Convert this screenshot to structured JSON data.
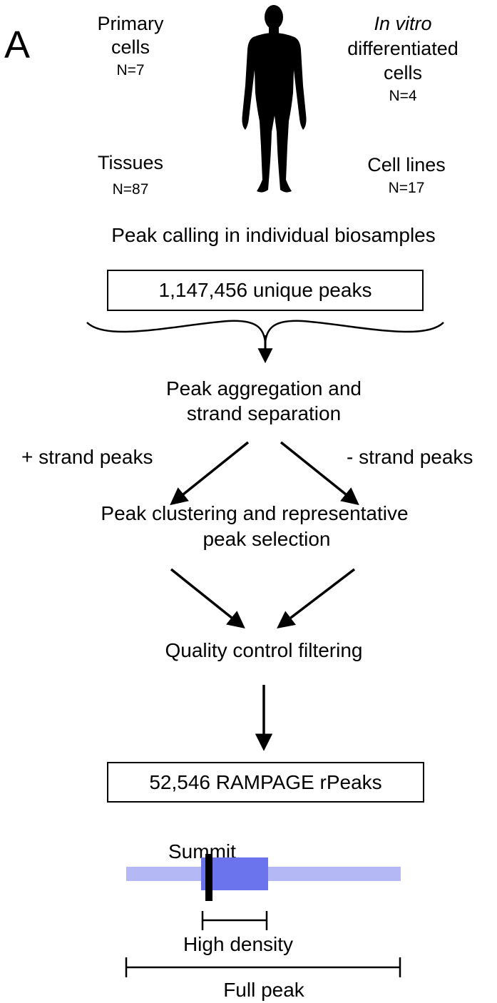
{
  "panel_letter": "A",
  "categories": {
    "primary": {
      "line1": "Primary",
      "line2": "cells",
      "count": "N=7"
    },
    "invitro": {
      "line1": "In vitro",
      "line2": "differentiated",
      "line3": "cells",
      "count": "N=4"
    },
    "tissues": {
      "label": "Tissues",
      "count": "N=87"
    },
    "celllines": {
      "label": "Cell lines",
      "count": "N=17"
    }
  },
  "steps": {
    "peak_calling": "Peak calling in individual biosamples",
    "unique_peaks": "1,147,456 unique peaks",
    "aggregation_line1": "Peak aggregation and",
    "aggregation_line2": "strand separation",
    "plus_strand": "+ strand peaks",
    "minus_strand": "- strand peaks",
    "clustering_line1": "Peak clustering and representative",
    "clustering_line2": "peak selection",
    "qc": "Quality control filtering",
    "rpeaks": "52,546 RAMPAGE rPeaks"
  },
  "schematic": {
    "summit": "Summit",
    "high_density": "High density",
    "full_peak": "Full peak",
    "full_peak_color": "#b4b9f5",
    "high_density_color": "#6b74ec",
    "summit_color": "#000000"
  }
}
